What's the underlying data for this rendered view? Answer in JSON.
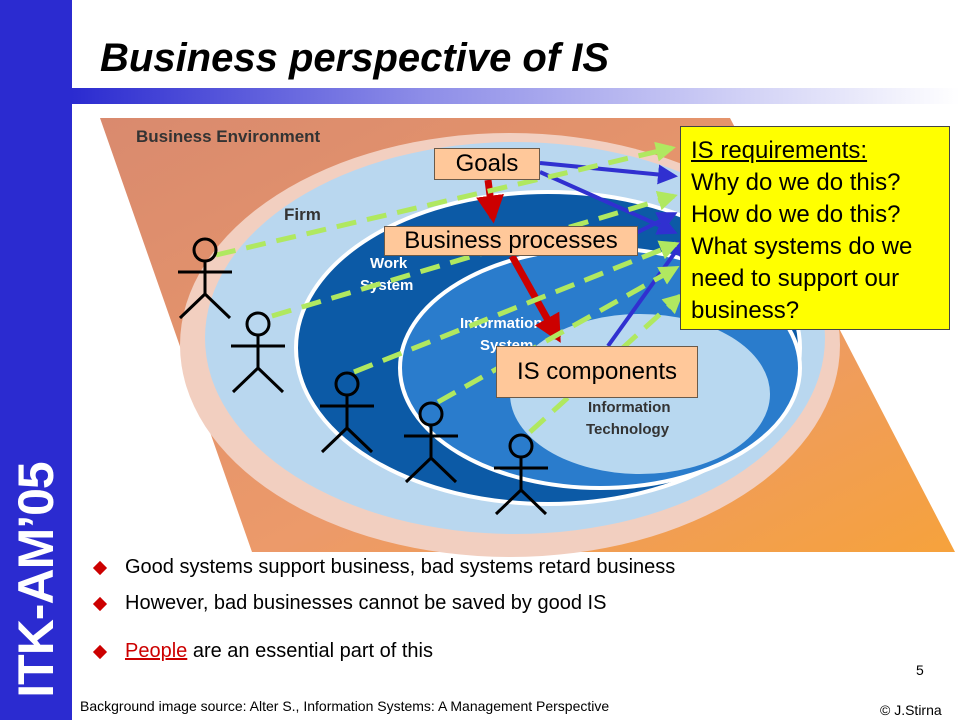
{
  "sidebar": {
    "text": "ITK-AM’05"
  },
  "title": "Business perspective of IS",
  "diagram": {
    "layers": {
      "environment": "Business Environment",
      "firm": "Firm",
      "work_system": [
        "Work",
        "System"
      ],
      "information_system": [
        "Information",
        "System"
      ],
      "information_technology": [
        "Information",
        "Technology"
      ]
    },
    "boxes": {
      "goals": "Goals",
      "business_processes": "Business processes",
      "is_components": "IS components"
    },
    "requirements": {
      "title": "IS requirements:",
      "lines": [
        "Why do we do this?",
        "How do we do this?",
        "What systems do we",
        "need to support our",
        "business?"
      ]
    },
    "colors": {
      "environment": "#e0987a",
      "firm_ring": "#f2cfc0",
      "firm": "#b9d7ef",
      "work_system": "#0c5aa6",
      "information_system": "#2a7ccc",
      "information_technology": "#b8d8f0",
      "label_box": "#ffc89a",
      "requirements_box": "#ffff00",
      "dashed_arrow": "#b0e860",
      "blue_arrow": "#3030d0",
      "red_arrow": "#cc0000"
    }
  },
  "bullets": [
    {
      "text": "Good systems support business, bad systems retard business"
    },
    {
      "text": "However, bad businesses cannot be saved by good IS"
    },
    {
      "highlight": "People",
      "text": " are an essential part of this"
    }
  ],
  "page_number": "5",
  "footer": {
    "source": "Background image source: Alter S., Information Systems: A Management Perspective",
    "copyright": "© J.Stirna"
  }
}
